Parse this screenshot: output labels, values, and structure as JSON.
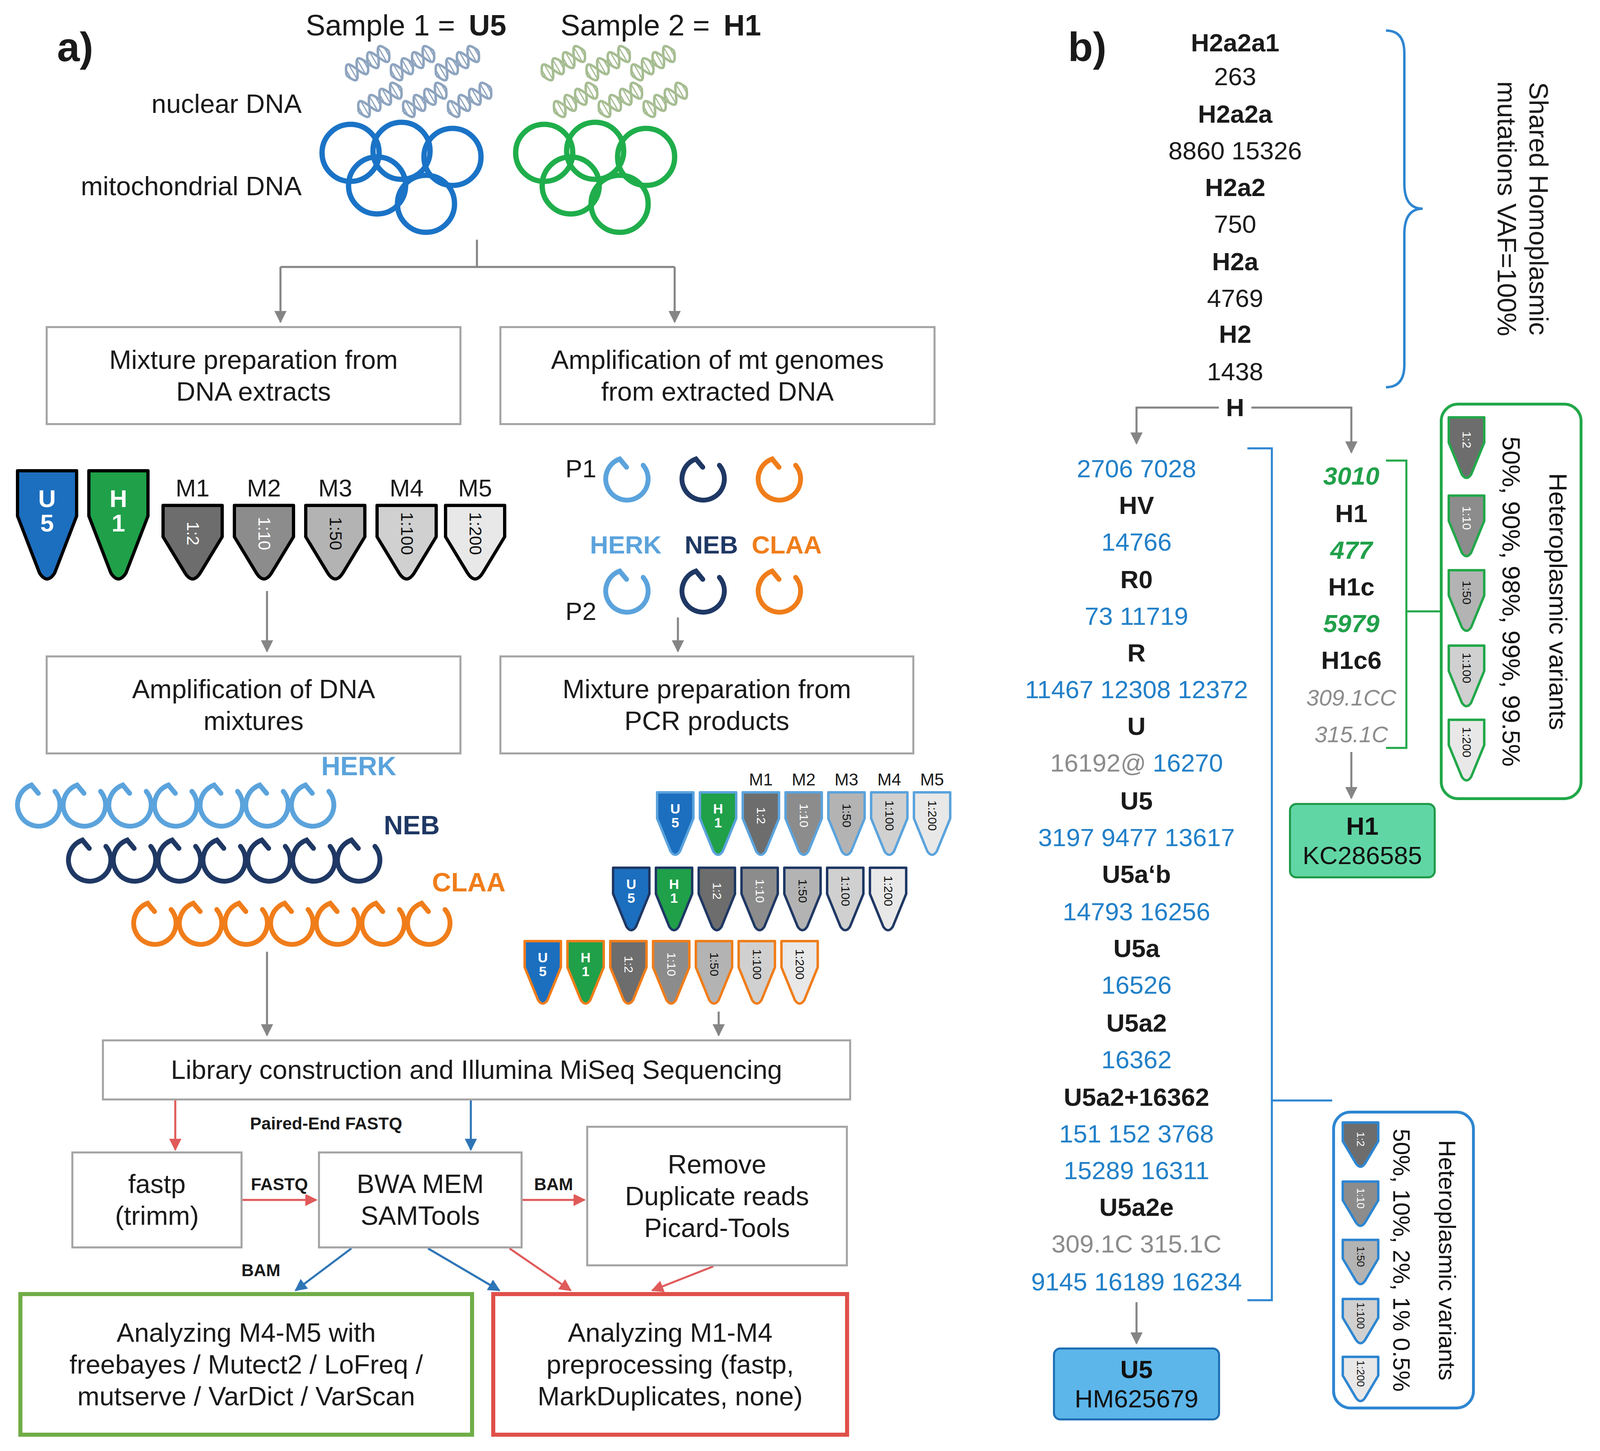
{
  "diagram": {
    "nodes": [
      {
        "text": [
          "Mixture preparation from DNA extracts"
        ]
      },
      {
        "text": [
          "Amplification of mt genomes from extracted DNA"
        ]
      },
      {
        "text": [
          "U5"
        ]
      },
      {
        "text": [
          "H1"
        ]
      },
      {
        "text": [
          "M1",
          "1:2"
        ]
      },
      {
        "text": [
          "M2",
          "1:10"
        ]
      },
      {
        "text": [
          "M3",
          "1:50"
        ]
      },
      {
        "text": [
          "M4",
          "1:100"
        ]
      },
      {
        "text": [
          "M5",
          "1:200"
        ]
      },
      {
        "text": [
          "Amplification of DNA mixtures"
        ]
      },
      {
        "text": [
          "Mixture preparation from PCR products"
        ]
      },
      {
        "text": [
          "U5"
        ]
      },
      {
        "text": [
          "H1"
        ]
      },
      {
        "text": [
          "M1",
          "1:2"
        ]
      },
      {
        "text": [
          "M2",
          "1:10"
        ]
      },
      {
        "text": [
          "M3",
          "1:50"
        ]
      },
      {
        "text": [
          "M4",
          "1:100"
        ]
      },
      {
        "text": [
          "M5",
          "1:200"
        ]
      },
      {
        "text": [
          "U5"
        ]
      },
      {
        "text": [
          "H1"
        ]
      },
      {
        "text": [
          "1:2"
        ]
      },
      {
        "text": [
          "1:10"
        ]
      },
      {
        "text": [
          "1:50"
        ]
      },
      {
        "text": [
          "1:100"
        ]
      },
      {
        "text": [
          "1:200"
        ]
      },
      {
        "text": [
          "U5"
        ]
      },
      {
        "text": [
          "H1"
        ]
      },
      {
        "text": [
          "1:2"
        ]
      },
      {
        "text": [
          "1:10"
        ]
      },
      {
        "text": [
          "1:50"
        ]
      },
      {
        "text": [
          "1:100"
        ]
      },
      {
        "text": [
          "1:200"
        ]
      },
      {
        "text": [
          "Library construction and Illumina MiSeq Sequencing"
        ]
      },
      {
        "text": [
          "fastp (trimm)"
        ]
      },
      {
        "text": [
          "BWA MEM SAMTools"
        ]
      },
      {
        "text": [
          "Remove Duplicate reads Picard-Tools"
        ]
      },
      {
        "text": [
          "Analyzing M4-M5 with freebayes / Mutect2 / LoFreq / mutserve / VarDict / VarScan"
        ]
      },
      {
        "text": [
          "Analyzing M1-M4 preprocessing (fastp, MarkDuplicates, none)"
        ]
      },
      {
        "text": [
          "Heteroplasmic variants",
          "50%, 90%, 98%, 99%, 99.5%"
        ]
      },
      {
        "text": [
          "1:2"
        ],
        "in": 38
      },
      {
        "text": [
          "1:10"
        ],
        "in": 38
      },
      {
        "text": [
          "1:50"
        ],
        "in": 38
      },
      {
        "text": [
          "1:100"
        ],
        "in": 38
      },
      {
        "text": [
          "1:200"
        ],
        "in": 38
      },
      {
        "text": [
          "H1",
          "KC286585"
        ]
      },
      {
        "text": [
          "Heteroplasmic variants",
          "50%, 10%, 2%, 1% 0.5%"
        ]
      },
      {
        "text": [
          "1:2"
        ],
        "in": 45
      },
      {
        "text": [
          "1:10"
        ],
        "in": 45
      },
      {
        "text": [
          "1:50"
        ],
        "in": 45
      },
      {
        "text": [
          "1:100"
        ],
        "in": 45
      },
      {
        "text": [
          "1:200"
        ],
        "in": 45
      },
      {
        "text": [
          "U5",
          "HM625679"
        ]
      }
    ],
    "edges": [
      {
        "from": 32,
        "to": 33,
        "arrow": "to"
      },
      {
        "from": 32,
        "to": 34,
        "arrow": "to"
      },
      {
        "from": 33,
        "to": 34,
        "arrow": "to",
        "label": "FASTQ"
      },
      {
        "from": 34,
        "to": 35,
        "arrow": "to",
        "label": "BAM"
      },
      {
        "from": 34,
        "to": 36,
        "arrow": "to",
        "label": "BAM"
      },
      {
        "from": 34,
        "to": 37,
        "arrow": "to"
      },
      {
        "from": 34,
        "to": 37,
        "arrow": "to"
      },
      {
        "from": 35,
        "to": 37,
        "arrow": "to"
      }
    ],
    "labels": [
      "a)",
      "Sample 1 =",
      "U5",
      "Sample 2 =",
      "H1",
      "nuclear DNA",
      "mitochondrial DNA",
      "P1",
      "HERK",
      "NEB",
      "CLAA",
      "P2",
      "HERK",
      "NEB",
      "CLAA",
      "Paired-End FASTQ",
      "b)",
      "H2a2a1",
      "263",
      "H2a2a",
      "8860 15326",
      "H2a2",
      "750",
      "H2a",
      "4769",
      "H2",
      "1438",
      "H",
      "Shared Homoplasmic mutations VAF=100%",
      "2706 7028",
      "HV",
      "14766",
      "R0",
      "73 11719",
      "R",
      "11467 12308 12372",
      "U",
      "16192@",
      "16270",
      "U5",
      "3197 9477 13617",
      "U5a‘b",
      "14793 16256",
      "U5a",
      "16526",
      "U5a2",
      "16362",
      "U5a2+16362",
      "151 152 3768",
      "15289 16311",
      "U5a2e",
      "309.1C 315.1C",
      "9145 16189 16234",
      "3010",
      "H1",
      "477",
      "H1c",
      "5979",
      "H1c6",
      "309.1CC",
      "315.1C"
    ]
  }
}
